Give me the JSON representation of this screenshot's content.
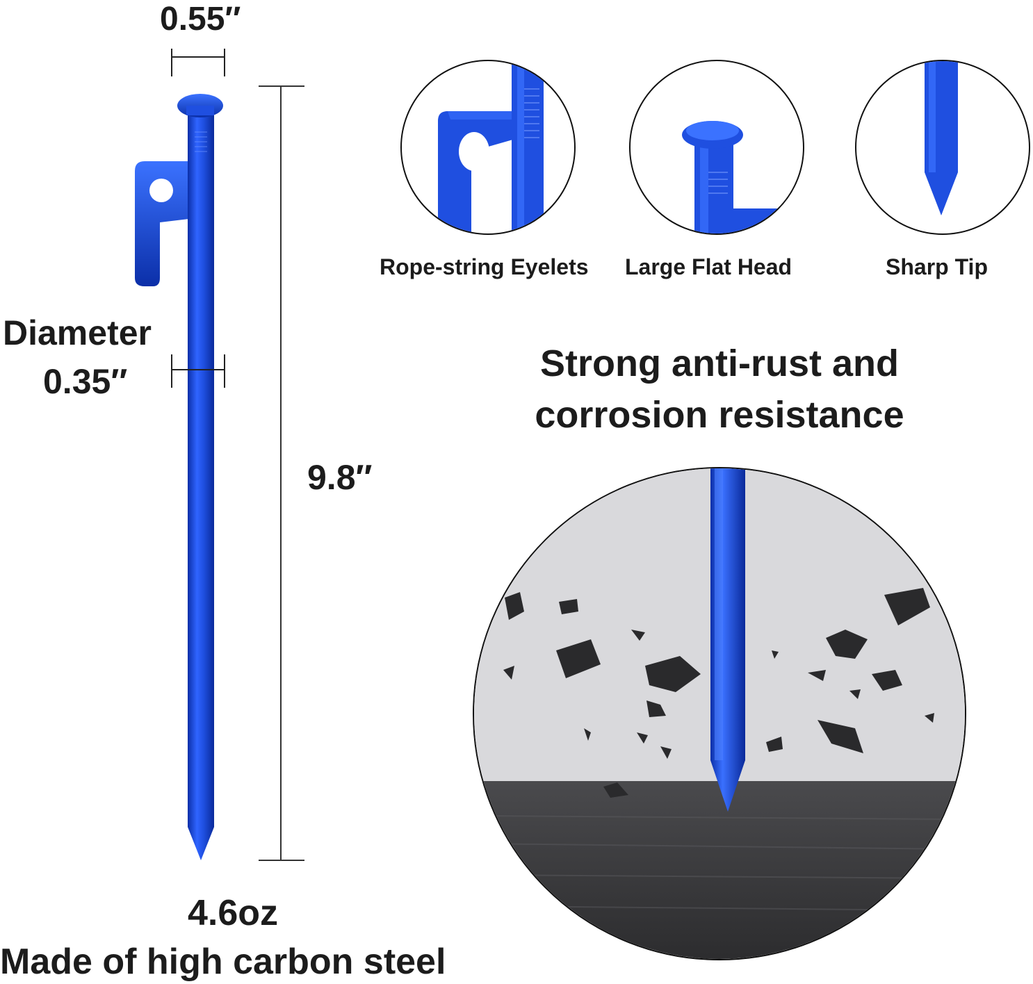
{
  "dimensions": {
    "head_width": "0.55″",
    "diameter_label": "Diameter",
    "diameter_value": "0.35″",
    "length": "9.8″"
  },
  "weight": "4.6oz",
  "material": "Made of high carbon steel",
  "features": [
    {
      "label": "Rope-string Eyelets",
      "icon": "eyelet-closeup"
    },
    {
      "label": "Large Flat Head",
      "icon": "flat-head-closeup"
    },
    {
      "label": "Sharp Tip",
      "icon": "sharp-tip-closeup"
    }
  ],
  "headline": {
    "line1": "Strong anti-rust and",
    "line2": "corrosion resistance"
  },
  "colors": {
    "stake_blue": "#1f4fe0",
    "stake_dark": "#0b2fa8",
    "text": "#1c1c1c",
    "ground": "#3a3a3c",
    "sky": "#d9d9dc"
  }
}
